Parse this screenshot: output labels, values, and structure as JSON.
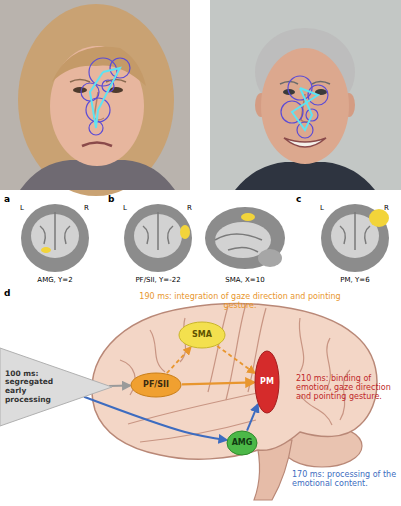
{
  "diagram": {
    "nodes": [
      {
        "text": [
          "SMA"
        ]
      },
      {
        "text": [
          "100 ms: segregated early processing"
        ]
      },
      {
        "text": [
          "PF/SII"
        ]
      },
      {
        "text": [
          "PM"
        ]
      },
      {
        "text": [
          "AMG"
        ]
      }
    ],
    "edges": [
      {
        "from": 1,
        "to": 2,
        "arrow": "to"
      },
      {
        "from": 2,
        "to": 0,
        "arrow": "to"
      },
      {
        "from": 0,
        "to": 3,
        "arrow": "to"
      },
      {
        "from": 2,
        "to": 3,
        "arrow": "to"
      },
      {
        "from": 1,
        "to": 4,
        "arrow": "to"
      },
      {
        "from": 4,
        "to": 3,
        "arrow": "to"
      }
    ],
    "labels": [
      "a",
      "L",
      "R",
      "AMG, Y=2",
      "b",
      "L",
      "R",
      "PF/SII, Y=-22",
      "SMA, X=10",
      "c",
      "L",
      "R",
      "PM, Y=6",
      "d",
      "190 ms: integration of gaze direction and pointing gesture.",
      "210 ms: binding of emotion, gaze direction and pointing gesture.",
      "170 ms: processing of the emotional content."
    ]
  }
}
